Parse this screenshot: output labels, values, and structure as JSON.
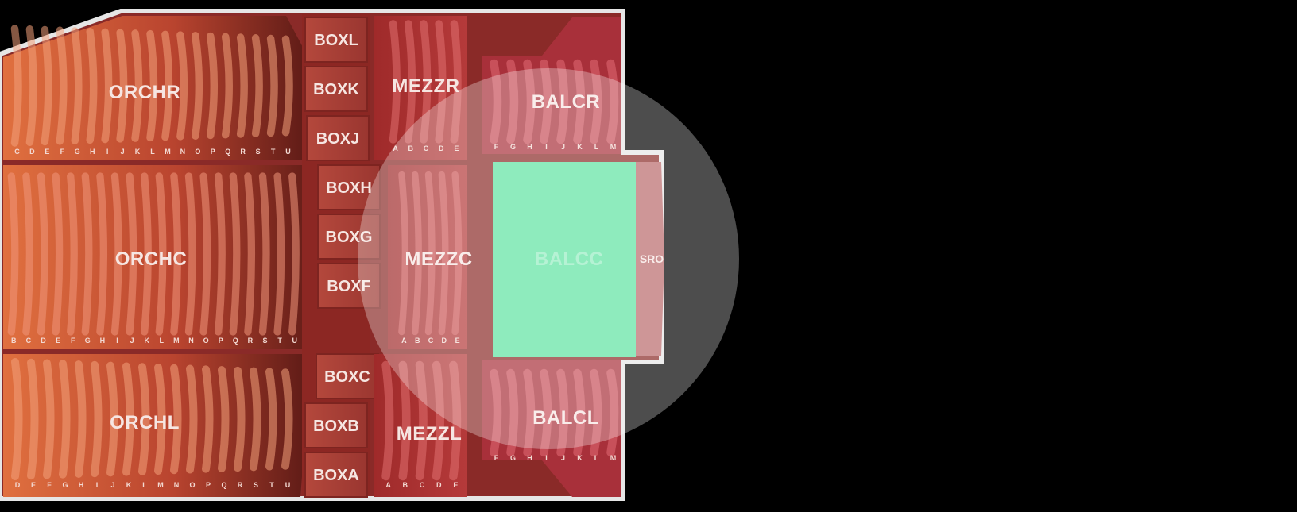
{
  "venue_map": {
    "colors": {
      "background": "#000000",
      "outline": "#e6e6e6",
      "orchestra": "#c8503a",
      "mezzanine": "#a82e30",
      "balcony": "#a8303a",
      "box": "#a63b34",
      "selected": "#5ee3a1",
      "sro": "#b9696b",
      "highlight": "#ffffff"
    },
    "sections": {
      "orchr": "ORCHR",
      "orchc": "ORCHC",
      "orchl": "ORCHL",
      "mezzr": "MEZZR",
      "mezzc": "MEZZC",
      "mezzl": "MEZZL",
      "balcr": "BALCR",
      "balcc": "BALCC",
      "balcl": "BALCL",
      "sro": "SRO"
    },
    "boxes": [
      "BOXL",
      "BOXK",
      "BOXJ",
      "BOXH",
      "BOXG",
      "BOXF",
      "BOXC",
      "BOXB",
      "BOXA"
    ],
    "rows": {
      "orchr": [
        "C",
        "D",
        "E",
        "F",
        "G",
        "H",
        "I",
        "J",
        "K",
        "L",
        "M",
        "N",
        "O",
        "P",
        "Q",
        "R",
        "S",
        "T",
        "U"
      ],
      "orchc": [
        "B",
        "C",
        "D",
        "E",
        "F",
        "G",
        "H",
        "I",
        "J",
        "K",
        "L",
        "M",
        "N",
        "O",
        "P",
        "Q",
        "R",
        "S",
        "T",
        "U"
      ],
      "orchl": [
        "D",
        "E",
        "F",
        "G",
        "H",
        "I",
        "J",
        "K",
        "L",
        "M",
        "N",
        "O",
        "P",
        "Q",
        "R",
        "S",
        "T",
        "U"
      ],
      "mezzr": [
        "A",
        "B",
        "C",
        "D",
        "E"
      ],
      "mezzc": [
        "A",
        "B",
        "C",
        "D",
        "E"
      ],
      "mezzl": [
        "A",
        "B",
        "C",
        "D",
        "E"
      ],
      "balcr": [
        "F",
        "G",
        "H",
        "I",
        "J",
        "K",
        "L",
        "M"
      ],
      "balcl": [
        "F",
        "G",
        "H",
        "I",
        "J",
        "K",
        "L",
        "M"
      ]
    },
    "selected_section": "BALCC"
  }
}
